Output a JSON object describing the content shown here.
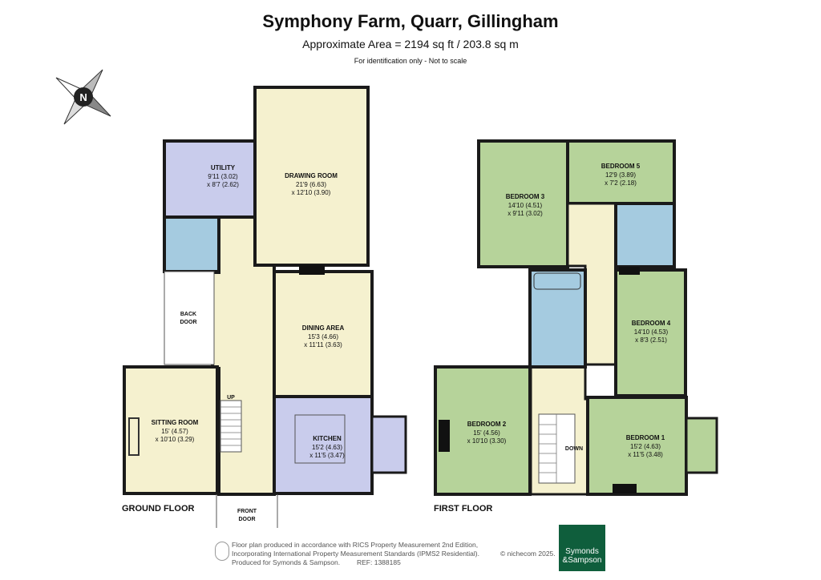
{
  "header": {
    "title": "Symphony Farm, Quarr, Gillingham",
    "area": "Approximate Area = 2194 sq ft / 203.8 sq m",
    "note": "For identification only - Not to scale"
  },
  "compass": {
    "label": "N"
  },
  "colors": {
    "cream": "#f5f1cf",
    "blue_room": "#c9ccec",
    "bath_blue": "#a5cbe0",
    "green_room": "#b6d39a",
    "wall": "#1a1a1a",
    "logo_green": "#0f5e3c"
  },
  "ground_floor": {
    "label": "GROUND FLOOR",
    "rooms": {
      "utility": {
        "name": "UTILITY",
        "dim1": "9'11 (3.02)",
        "dim2": "x 8'7 (2.62)"
      },
      "drawing_room": {
        "name": "DRAWING ROOM",
        "dim1": "21'9 (6.63)",
        "dim2": "x 12'10 (3.90)"
      },
      "dining_area": {
        "name": "DINING AREA",
        "dim1": "15'3 (4.66)",
        "dim2": "x 11'11 (3.63)"
      },
      "sitting_room": {
        "name": "SITTING ROOM",
        "dim1": "15' (4.57)",
        "dim2": "x 10'10 (3.29)"
      },
      "kitchen": {
        "name": "KITCHEN",
        "dim1": "15'2 (4.63)",
        "dim2": "x 11'5 (3.47)"
      }
    },
    "back_door_1": "BACK",
    "back_door_2": "DOOR",
    "front_door_1": "FRONT",
    "front_door_2": "DOOR",
    "stairs_label": "UP"
  },
  "first_floor": {
    "label": "FIRST FLOOR",
    "rooms": {
      "bedroom3": {
        "name": "BEDROOM 3",
        "dim1": "14'10 (4.51)",
        "dim2": "x 9'11 (3.02)"
      },
      "bedroom5": {
        "name": "BEDROOM 5",
        "dim1": "12'9 (3.89)",
        "dim2": "x 7'2 (2.18)"
      },
      "bedroom4": {
        "name": "BEDROOM 4",
        "dim1": "14'10 (4.53)",
        "dim2": "x 8'3 (2.51)"
      },
      "bedroom2": {
        "name": "BEDROOM 2",
        "dim1": "15' (4.56)",
        "dim2": "x 10'10 (3.30)"
      },
      "bedroom1": {
        "name": "BEDROOM 1",
        "dim1": "15'2 (4.63)",
        "dim2": "x 11'5 (3.48)"
      }
    },
    "stairs_label": "DOWN"
  },
  "footer": {
    "line1": "Floor plan produced in accordance with RICS Property Measurement 2nd Edition,",
    "line2": "Incorporating International Property Measurement Standards (IPMS2 Residential).",
    "line3": "Produced for Symonds & Sampson.",
    "ref": "REF: 1388185",
    "copyright": "© nichecom 2025."
  },
  "logo": {
    "line1": "Symonds",
    "line2": "&Sampson"
  }
}
